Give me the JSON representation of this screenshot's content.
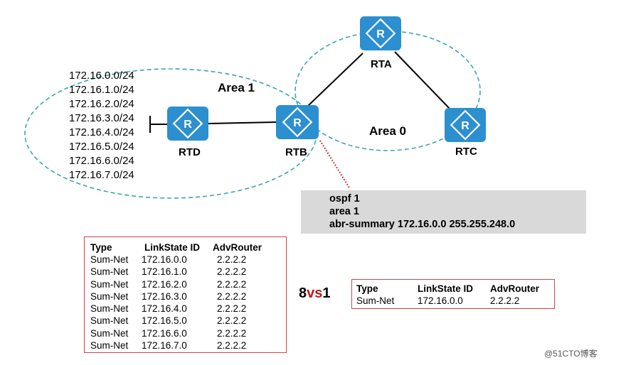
{
  "routers": {
    "rta": "RTA",
    "rtb": "RTB",
    "rtc": "RTC",
    "rtd": "RTD"
  },
  "areas": {
    "area0": "Area 0",
    "area1": "Area 1"
  },
  "prefixes": [
    "172.16.0.0/24",
    "172.16.1.0/24",
    "172.16.2.0/24",
    "172.16.3.0/24",
    "172.16.4.0/24",
    "172.16.5.0/24",
    "172.16.6.0/24",
    "172.16.7.0/24"
  ],
  "config": {
    "line1": "ospf 1",
    "line2": "area 1",
    "line3": "abr-summary 172.16.0.0 255.255.248.0"
  },
  "table_before": {
    "headers": [
      "Type",
      "LinkState ID",
      "AdvRouter"
    ],
    "rows": [
      [
        "Sum-Net",
        "172.16.0.0",
        "2.2.2.2"
      ],
      [
        "Sum-Net",
        "172.16.1.0",
        "2.2.2.2"
      ],
      [
        "Sum-Net",
        "172.16.2.0",
        "2.2.2.2"
      ],
      [
        "Sum-Net",
        "172.16.3.0",
        "2.2.2.2"
      ],
      [
        "Sum-Net",
        "172.16.4.0",
        "2.2.2.2"
      ],
      [
        "Sum-Net",
        "172.16.5.0",
        "2.2.2.2"
      ],
      [
        "Sum-Net",
        "172.16.6.0",
        "2.2.2.2"
      ],
      [
        "Sum-Net",
        "172.16.7.0",
        "2.2.2.2"
      ]
    ]
  },
  "table_after": {
    "headers": [
      "Type",
      "LinkState ID",
      "AdvRouter"
    ],
    "rows": [
      [
        "Sum-Net",
        "172.16.0.0",
        "2.2.2.2"
      ]
    ]
  },
  "comparison": {
    "left": "8",
    "middle": "vs",
    "right": "1"
  },
  "watermark": "@51CTO博客",
  "colors": {
    "router_fill": "#2b8fd0",
    "area_outline": "#3aa6a9",
    "summary_link": "#c00000",
    "table_border": "#d04545",
    "config_background": "#d9d9d9"
  }
}
